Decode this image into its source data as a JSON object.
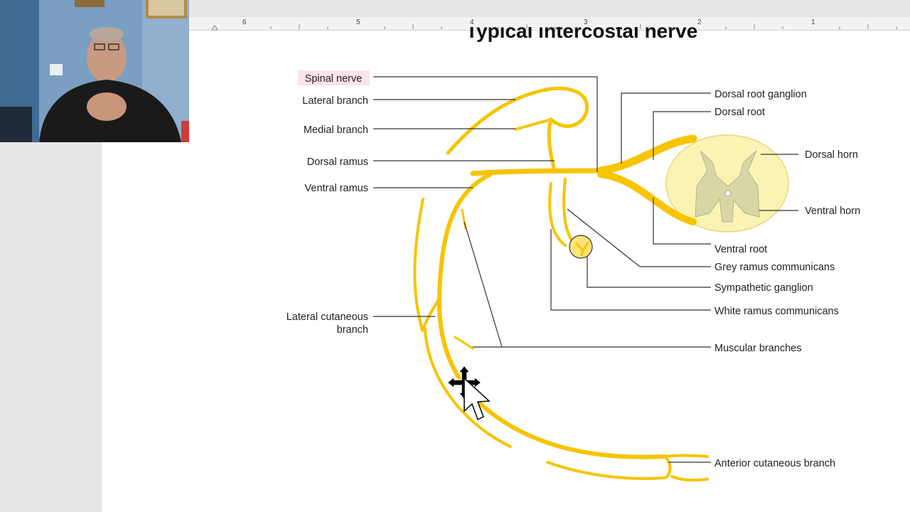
{
  "title": "Typical intercostal nerve",
  "ruler": {
    "marks": [
      "6",
      "5",
      "4",
      "3",
      "2",
      "1"
    ]
  },
  "labels": {
    "spinal_nerve": "Spinal nerve",
    "lateral_branch": "Lateral branch",
    "medial_branch": "Medial branch",
    "dorsal_ramus": "Dorsal ramus",
    "ventral_ramus": "Ventral ramus",
    "lateral_cutaneous_1": "Lateral cutaneous",
    "lateral_cutaneous_2": "branch",
    "dorsal_root_ganglion": "Dorsal root ganglion",
    "dorsal_root": "Dorsal root",
    "dorsal_horn": "Dorsal horn",
    "ventral_horn": "Ventral horn",
    "ventral_root": "Ventral root",
    "grey_ramus": "Grey ramus communicans",
    "sympathetic_ganglion": "Sympathetic ganglion",
    "white_ramus": "White ramus communicans",
    "muscular_branches": "Muscular branches",
    "anterior_cutaneous": "Anterior cutaneous branch"
  },
  "colors": {
    "nerve": "#f7c400",
    "spinal_cord": "#fbf3b4",
    "grey_matter": "#d9d6a6",
    "highlight": "#fde3ea",
    "leader": "#333333"
  },
  "icons": {
    "cursor": "move-cursor-icon"
  }
}
